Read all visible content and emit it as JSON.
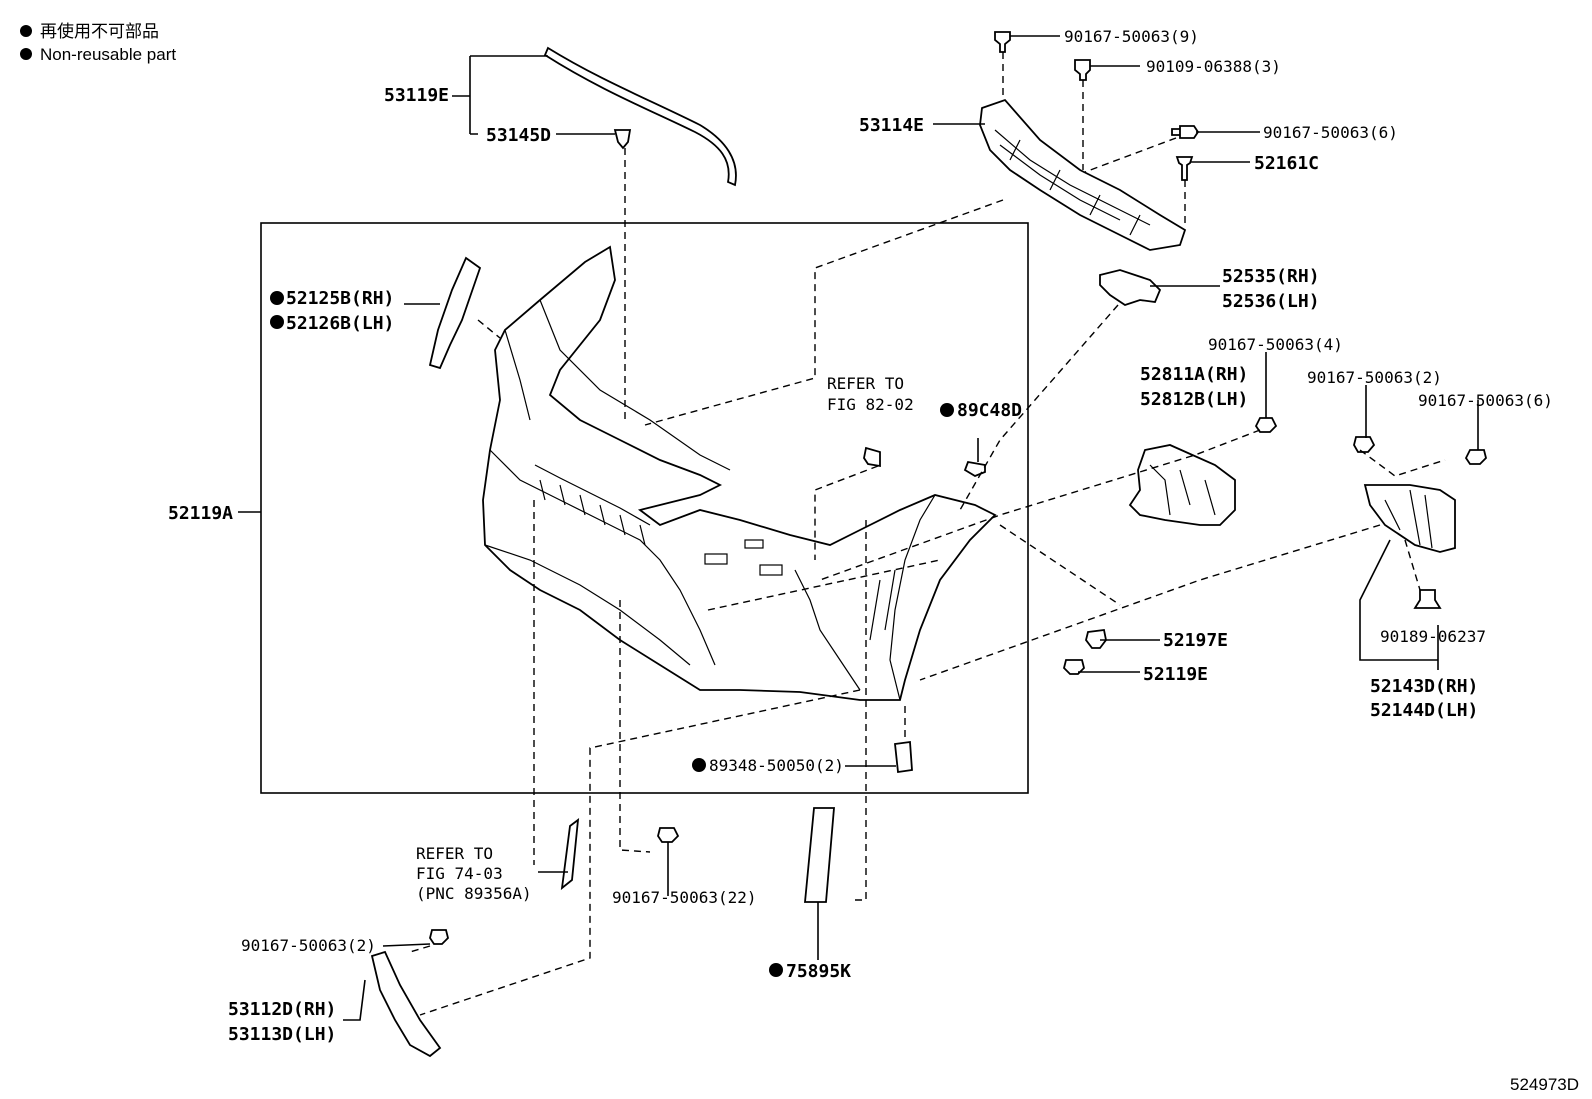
{
  "legend": {
    "jp": "再使用不可部品",
    "en": "Non-reusable part"
  },
  "figure_id": "524973D",
  "labels": {
    "p53119E": "53119E",
    "p53145D": "53145D",
    "p52125B": "52125B(RH)",
    "p52126B": "52126B(LH)",
    "p52119A": "52119A",
    "p90167_9": "90167-50063(9)",
    "p90109_3": "90109-06388(3)",
    "p53114E": "53114E",
    "p90167_6a": "90167-50063(6)",
    "p52161C": "52161C",
    "p52535": "52535(RH)",
    "p52536": "52536(LH)",
    "p90167_4": "90167-50063(4)",
    "p52811A": "52811A(RH)",
    "p52812B": "52812B(LH)",
    "p90167_2a": "90167-50063(2)",
    "p90167_6b": "90167-50063(6)",
    "ref82_1": "REFER TO",
    "ref82_2": "FIG 82-02",
    "p89C48D": "89C48D",
    "p52197E": "52197E",
    "p52119E": "52119E",
    "p90189": "90189-06237",
    "p52143D": "52143D(RH)",
    "p52144D": "52144D(LH)",
    "p89348": "89348-50050(2)",
    "ref74_1": "REFER TO",
    "ref74_2": "FIG 74-03",
    "ref74_3": "(PNC 89356A)",
    "p90167_22": "90167-50063(22)",
    "p75895K": "75895K",
    "p90167_2b": "90167-50063(2)",
    "p53112D": "53112D(RH)",
    "p53113D": "53113D(LH)"
  }
}
